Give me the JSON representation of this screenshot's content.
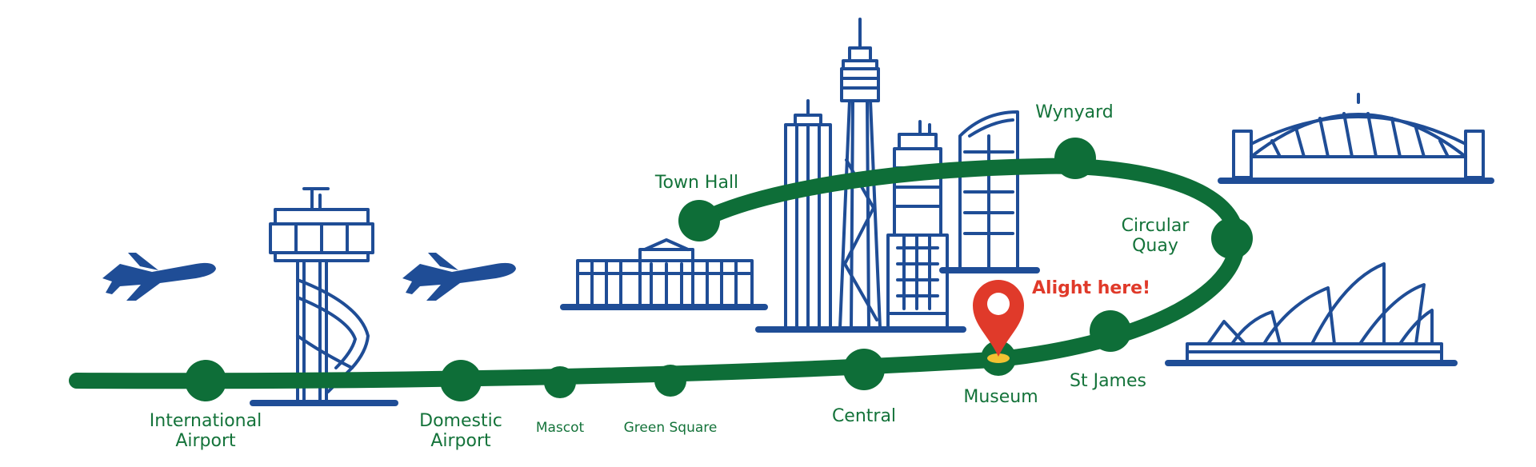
{
  "route": {
    "line_color": "#0e6e38",
    "landmark_color": "#1f4d96",
    "highlight_color": "#e03a2a",
    "stations": [
      {
        "id": "international-airport",
        "name": "International\nAirport"
      },
      {
        "id": "domestic-airport",
        "name": "Domestic\nAirport"
      },
      {
        "id": "mascot",
        "name": "Mascot"
      },
      {
        "id": "green-square",
        "name": "Green Square"
      },
      {
        "id": "central",
        "name": "Central"
      },
      {
        "id": "museum",
        "name": "Museum"
      },
      {
        "id": "st-james",
        "name": "St James"
      },
      {
        "id": "circular-quay",
        "name": "Circular\nQuay"
      },
      {
        "id": "wynyard",
        "name": "Wynyard"
      },
      {
        "id": "town-hall",
        "name": "Town Hall"
      }
    ],
    "destination_marker": {
      "station": "museum",
      "label": "Alight here!",
      "icon": "map-pin-icon"
    }
  },
  "landmarks": [
    {
      "name": "airplane-left-icon"
    },
    {
      "name": "control-tower-icon"
    },
    {
      "name": "airplane-right-icon"
    },
    {
      "name": "queen-victoria-building-icon"
    },
    {
      "name": "skyscraper-icon"
    },
    {
      "name": "sydney-tower-icon"
    },
    {
      "name": "office-tower-icon"
    },
    {
      "name": "curved-tower-icon"
    },
    {
      "name": "harbour-bridge-icon"
    },
    {
      "name": "opera-house-icon"
    }
  ]
}
